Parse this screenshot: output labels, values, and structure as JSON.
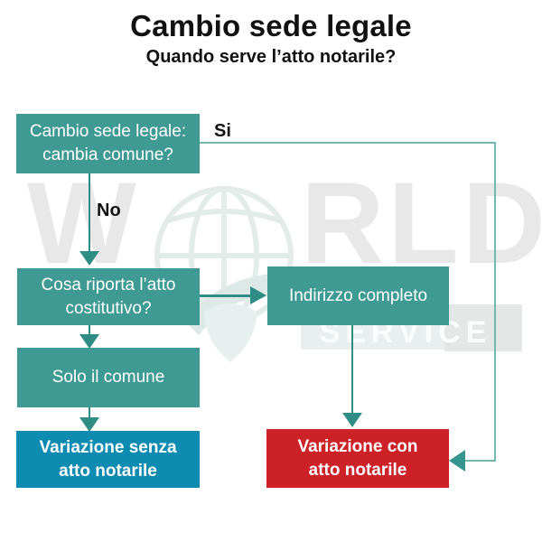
{
  "header": {
    "title": "Cambio sede legale",
    "subtitle": "Quando serve l’atto notarile?"
  },
  "flowchart": {
    "nodes": {
      "question_comune": "Cambio sede legale:\ncambia comune?",
      "question_atto": "Cosa riporta l’atto\ncostitutivo?",
      "indirizzo_completo": "Indirizzo completo",
      "solo_comune": "Solo il comune",
      "variazione_senza": "Variazione senza\natto notarile",
      "variazione_con": "Variazione con\natto notarile"
    },
    "edge_labels": {
      "yes": "Si",
      "no": "No"
    }
  },
  "watermark": {
    "letter_w": "W",
    "letters_rld": "RLD",
    "service": "SERVICE",
    "globe_icon": "globe-icon",
    "pin_icon": "check-pin-icon"
  },
  "colors": {
    "teal_box": "#3f9a93",
    "blue_box": "#0d8bb1",
    "red_box": "#cc2127",
    "flow_line": "#2f8d86",
    "yes_line": "#72b7b1",
    "watermark_gray": "#e8e8e8"
  }
}
